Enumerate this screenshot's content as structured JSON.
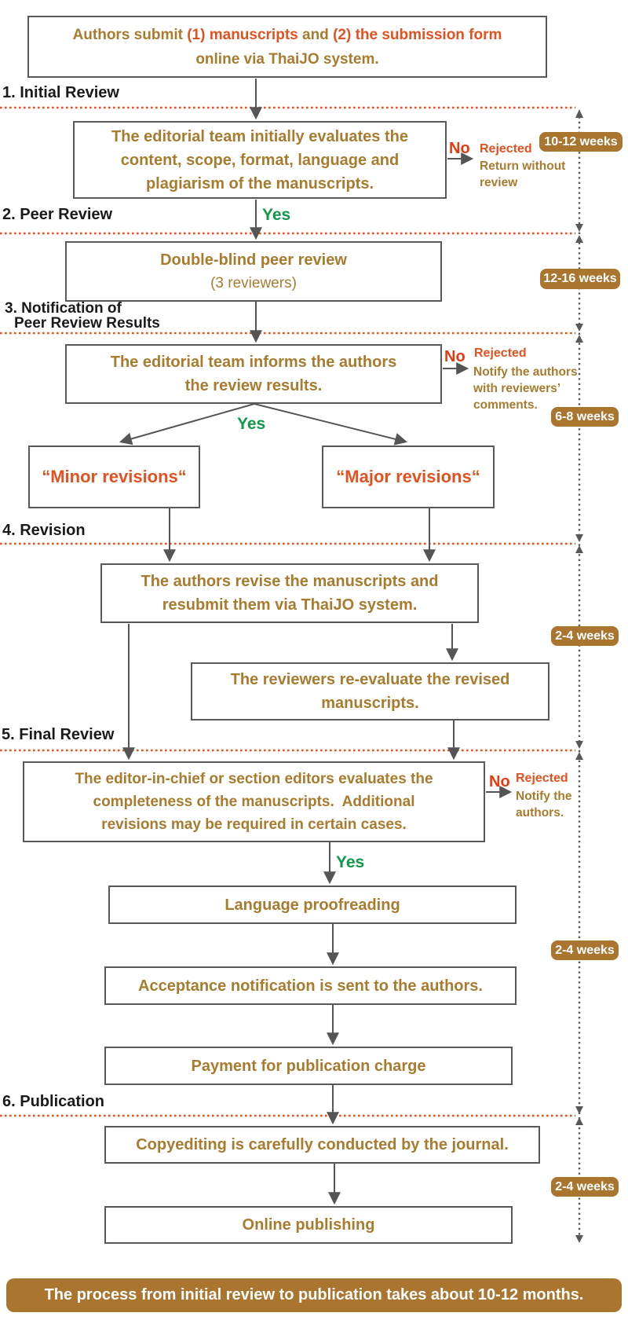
{
  "colors": {
    "brown": "#a87b2f",
    "red": "#e2511f",
    "no-red": "#ea390e",
    "green": "#0e9a49",
    "badge-bg": "#a9752f",
    "line-gray": "#58585a",
    "border-gray": "#58595c",
    "heading": "#1a1a1a",
    "dotted-line": "#e8501e"
  },
  "top_box": {
    "seg1": "Authors submit ",
    "seg2": "(1) manuscripts",
    "seg3": " and ",
    "seg4": "(2) the submission form",
    "line2": "online via ThaiJO system."
  },
  "headings": {
    "h1": "1. Initial Review",
    "h2": "2. Peer Review",
    "h3a": "3. Notification of",
    "h3b": "Peer Review Results",
    "h4": "4. Revision",
    "h5": "5. Final Review",
    "h6": "6. Publication"
  },
  "boxes": {
    "initial_review": {
      "l1": "The editorial team initially evaluates the",
      "l2": "content, scope, format, language and",
      "l3": "plagiarism of the manuscripts."
    },
    "peer_review": {
      "l1": "Double-blind peer review",
      "l2": "(3 reviewers)"
    },
    "notification": {
      "l1": "The editorial team informs the authors",
      "l2": "the review results."
    },
    "minor": "“Minor revisions“",
    "major": "“Major revisions“",
    "revise": {
      "l1": "The authors revise the manuscripts and",
      "l2": "resubmit them via ThaiJO system."
    },
    "reevaluate": {
      "l1": "The reviewers re-evaluate the revised",
      "l2": "manuscripts."
    },
    "final_review": {
      "l1": "The editor-in-chief or section editors evaluates the",
      "l2": "completeness of the manuscripts.  Additional",
      "l3": "revisions may be required in certain cases."
    },
    "proofreading": "Language proofreading",
    "acceptance": "Acceptance notification is sent to the authors.",
    "payment": "Payment for publication charge",
    "copyediting": "Copyediting is carefully conducted by the journal.",
    "online": "Online publishing"
  },
  "decisions": {
    "yes": "Yes",
    "no": "No"
  },
  "rejections": {
    "r1": {
      "title": "Rejected",
      "l1": "Return without",
      "l2": "review"
    },
    "r2": {
      "title": "Rejected",
      "l1": "Notify the authors",
      "l2": "with reviewers’",
      "l3": "comments."
    },
    "r3": {
      "title": "Rejected",
      "l1": "Notify the",
      "l2": "authors."
    }
  },
  "badges": {
    "b1": "10-12 weeks",
    "b2": "12-16 weeks",
    "b3": "6-8 weeks",
    "b4": "2-4 weeks",
    "b5": "2-4 weeks",
    "b6": "2-4 weeks"
  },
  "banner": "The process from initial review to publication takes about 10-12 months."
}
